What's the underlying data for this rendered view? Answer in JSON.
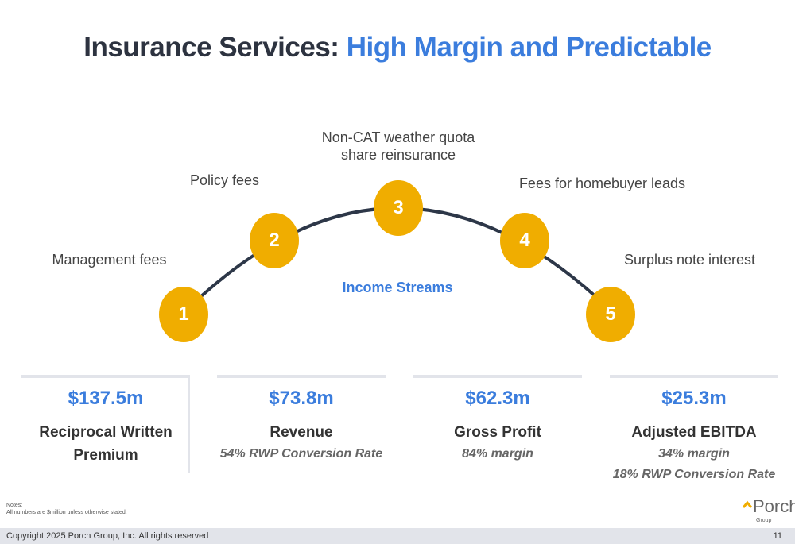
{
  "title": {
    "part1": "Insurance Services: ",
    "part2": "High Margin and Predictable"
  },
  "diagram": {
    "center_label": "Income Streams",
    "streams": [
      {
        "number": "1",
        "label": "Management fees"
      },
      {
        "number": "2",
        "label": "Policy fees"
      },
      {
        "number": "3",
        "label": "Non-CAT weather quota share reinsurance"
      },
      {
        "number": "4",
        "label": "Fees for homebuyer leads"
      },
      {
        "number": "5",
        "label": "Surplus note interest"
      }
    ]
  },
  "metrics": [
    {
      "value": "$137.5m",
      "name": "Reciprocal Written Premium",
      "sub": []
    },
    {
      "value": "$73.8m",
      "name": "Revenue",
      "sub": [
        "54% RWP Conversion Rate"
      ]
    },
    {
      "value": "$62.3m",
      "name": "Gross Profit",
      "sub": [
        "84% margin"
      ]
    },
    {
      "value": "$25.3m",
      "name": "Adjusted EBITDA",
      "sub": [
        "34% margin",
        "18% RWP Conversion Rate"
      ]
    }
  ],
  "notes": {
    "heading": "Notes:",
    "text": "All numbers are $million unless otherwise stated."
  },
  "logo": {
    "name": "Porch",
    "sub": "Group"
  },
  "footer": {
    "copyright": "Copyright 2025 Porch Group, Inc. All rights reserved",
    "page": "11"
  },
  "colors": {
    "accent": "#3b7ddd",
    "gold": "#f0ad00",
    "arc": "#2d3748"
  }
}
